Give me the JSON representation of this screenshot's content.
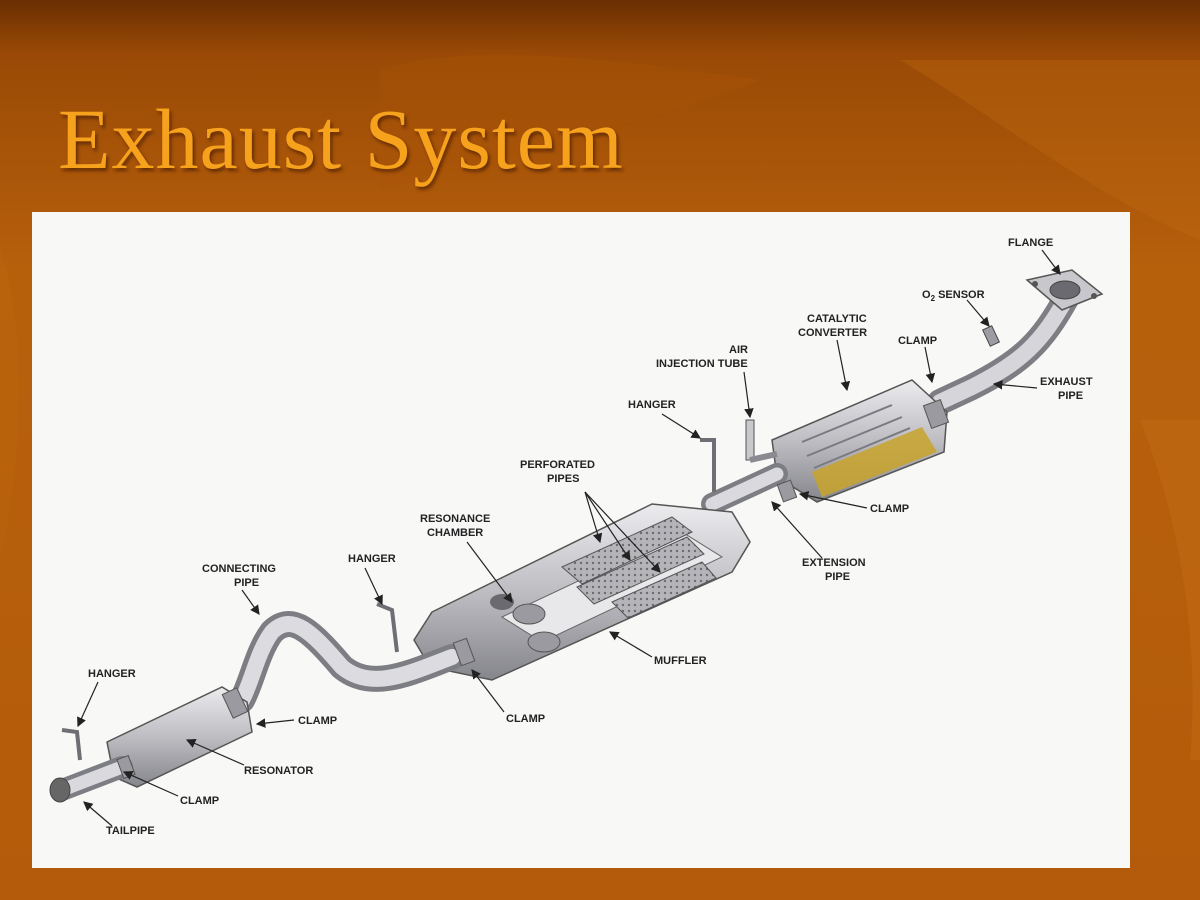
{
  "slide": {
    "title": "Exhaust System"
  },
  "diagram": {
    "labels": {
      "flange": "FLANGE",
      "o2_sensor_prefix": "O",
      "o2_sensor_sub": "2",
      "o2_sensor_suffix": " SENSOR",
      "catalytic_converter_1": "CATALYTIC",
      "catalytic_converter_2": "CONVERTER",
      "clamp_cat": "CLAMP",
      "exhaust_pipe_1": "EXHAUST",
      "exhaust_pipe_2": "PIPE",
      "air_injection_tube_1": "AIR",
      "air_injection_tube_2": "INJECTION TUBE",
      "hanger_top": "HANGER",
      "perforated_pipes_1": "PERFORATED",
      "perforated_pipes_2": "PIPES",
      "clamp_extension": "CLAMP",
      "extension_pipe_1": "EXTENSION",
      "extension_pipe_2": "PIPE",
      "resonance_chamber_1": "RESONANCE",
      "resonance_chamber_2": "CHAMBER",
      "hanger_middle": "HANGER",
      "connecting_pipe_1": "CONNECTING",
      "connecting_pipe_2": "PIPE",
      "muffler": "MUFFLER",
      "clamp_muffler": "CLAMP",
      "hanger_left": "HANGER",
      "clamp_resonator": "CLAMP",
      "resonator": "RESONATOR",
      "clamp_tail": "CLAMP",
      "tailpipe": "TAILPIPE"
    }
  },
  "colors": {
    "title": "#f6a21d",
    "panel": "#f8f8f7",
    "metal_light": "#d9d9dc",
    "metal_dark": "#8a8a90",
    "catalyst": "#c9a32a"
  }
}
